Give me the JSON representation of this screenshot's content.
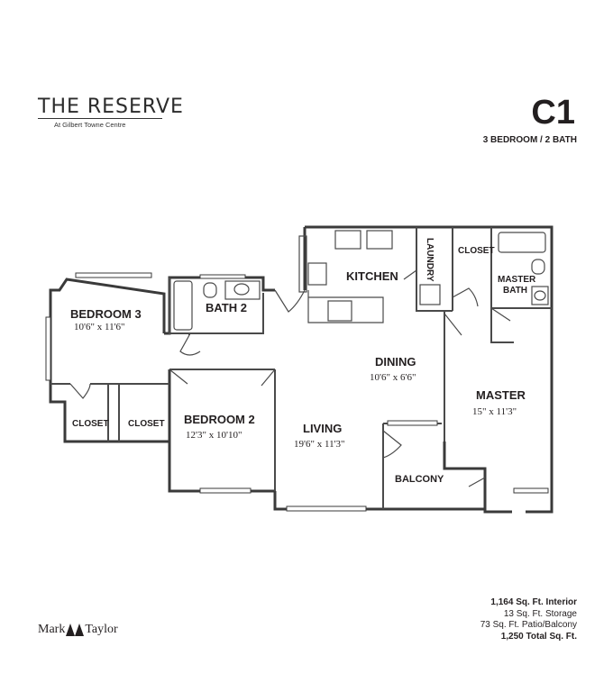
{
  "brand": {
    "title": "THE RESERVE",
    "subtitle": "At Gilbert Towne Centre"
  },
  "plan": {
    "code": "C1",
    "type": "3 BEDROOM / 2 BATH"
  },
  "rooms": {
    "bedroom3": {
      "label": "BEDROOM 3",
      "dims": "10'6\" x 11'6\""
    },
    "bath2": {
      "label": "BATH 2"
    },
    "kitchen": {
      "label": "KITCHEN"
    },
    "laundry": {
      "label": "LAUNDRY"
    },
    "closet_master": {
      "label": "CLOSET"
    },
    "master_bath": {
      "label_line1": "MASTER",
      "label_line2": "BATH"
    },
    "dining": {
      "label": "DINING",
      "dims": "10'6\" x 6'6\""
    },
    "master": {
      "label": "MASTER",
      "dims": "15\" x 11'3\""
    },
    "closet_left": {
      "label": "CLOSET"
    },
    "closet_right": {
      "label": "CLOSET"
    },
    "bedroom2": {
      "label": "BEDROOM 2",
      "dims": "12'3\" x 10'10\""
    },
    "living": {
      "label": "LIVING",
      "dims": "19'6\" x 11'3\""
    },
    "balcony": {
      "label": "BALCONY"
    }
  },
  "areas": {
    "interior": "1,164 Sq. Ft. Interior",
    "storage": "13 Sq. Ft. Storage",
    "patio": "73 Sq. Ft. Patio/Balcony",
    "total": "1,250 Total Sq. Ft."
  },
  "logo": {
    "left": "Mark",
    "right": "Taylor"
  }
}
